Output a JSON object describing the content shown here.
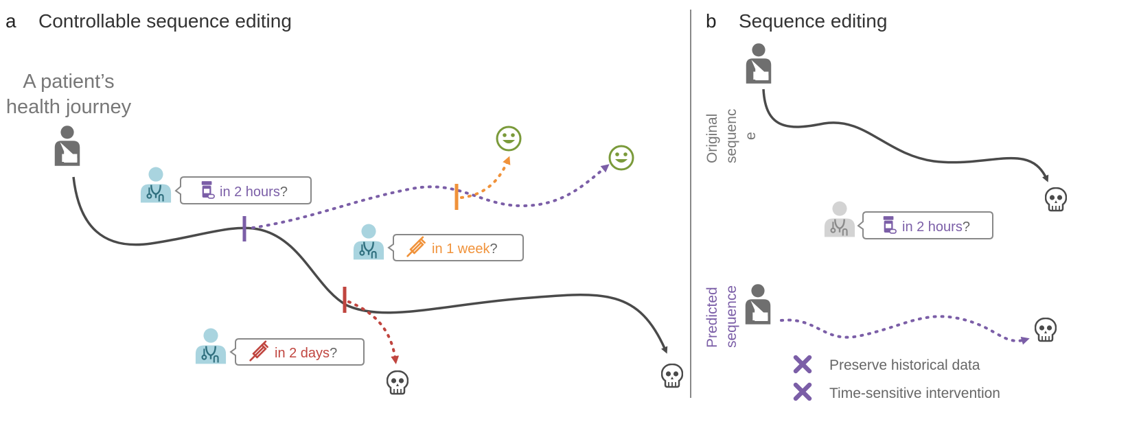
{
  "colors": {
    "purple": "#7b5ea7",
    "orange": "#f0923a",
    "red": "#c0453f",
    "green": "#7a9a3a",
    "dark_line": "#4a4a4a",
    "gray_text": "#777777",
    "doctor_blue": "#a9d4df",
    "doctor_gray": "#c8c8c8"
  },
  "panel_a": {
    "letter": "a",
    "title": "Controllable sequence editing",
    "patient_label_line1": "A patient’s",
    "patient_label_line2": "health journey",
    "queries": [
      {
        "icon": "pill-bottle-icon",
        "time": "in 2 hours",
        "suffix": "?"
      },
      {
        "icon": "syringe-icon",
        "time": "in 1 week",
        "suffix": "?"
      },
      {
        "icon": "syringe-icon",
        "time": "in 2 days",
        "suffix": "?"
      }
    ]
  },
  "panel_b": {
    "letter": "b",
    "title": "Sequence editing",
    "original_label": [
      "Original",
      "sequenc",
      "e"
    ],
    "predicted_label": [
      "Predicted",
      "sequence"
    ],
    "query": {
      "icon": "pill-bottle-icon",
      "time": "in 2 hours",
      "suffix": "?"
    },
    "legend": [
      {
        "icon": "x-mark-icon",
        "text": "Preserve historical data"
      },
      {
        "icon": "x-mark-icon",
        "text": "Time-sensitive intervention"
      }
    ]
  }
}
